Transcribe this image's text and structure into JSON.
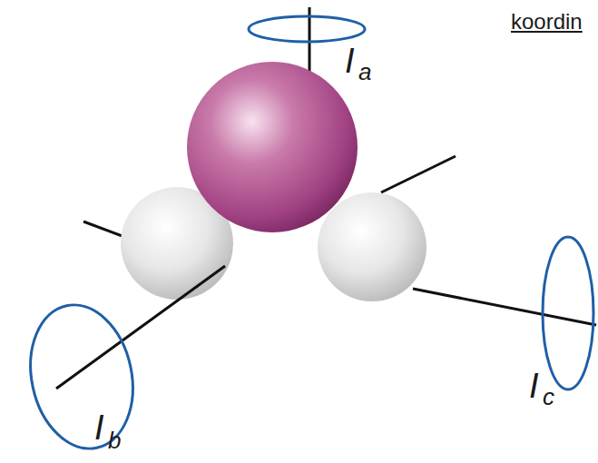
{
  "diagram": {
    "labels": [
      "koordin",
      "I",
      "a",
      "I",
      "b",
      "I",
      "c"
    ]
  }
}
